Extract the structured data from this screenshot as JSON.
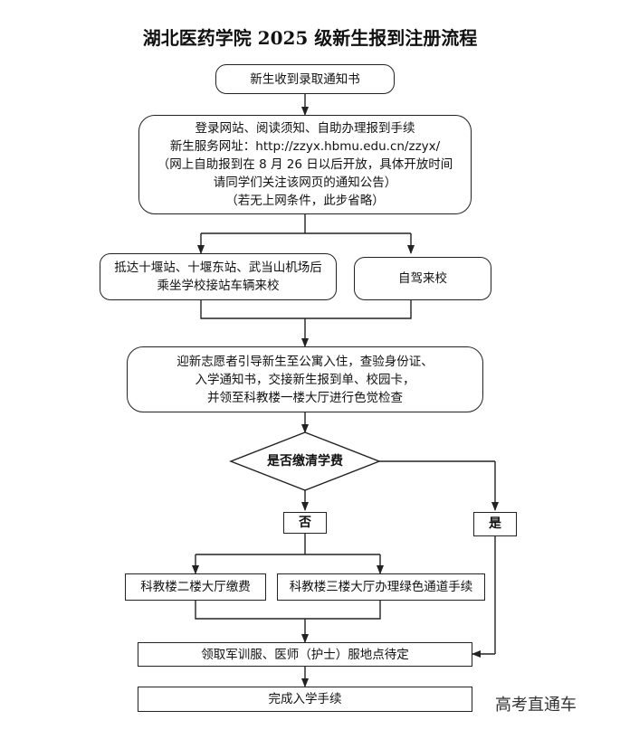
{
  "title": "湖北医药学院 2025 级新生报到注册流程",
  "steps": {
    "receive_notice": "新生收到录取通知书",
    "online": [
      "登录网站、阅读须知、自助办理报到手续",
      "新生服务网址：http://zzyx.hbmu.edu.cn/zzyx/",
      "（网上自助报到在 8 月 26 日以后开放，具体开放时间",
      "请同学们关注该网页的通知公告）",
      "（若无上网条件，此步省略）"
    ],
    "arrive_station": [
      "抵达十堰站、十堰东站、武当山机场后",
      "乘坐学校接站车辆来校"
    ],
    "self_drive": "自驾来校",
    "volunteer": [
      "迎新志愿者引导新生至公寓入住，查验身份证、",
      "入学通知书，交接新生报到单、校园卡，",
      "并领至科教楼一楼大厅进行色觉检查"
    ],
    "decision": "是否缴清学费",
    "no_label": "否",
    "yes_label": "是",
    "pay_fee": "科教楼二楼大厅缴费",
    "green_channel": "科教楼三楼大厅办理绿色通道手续",
    "uniform": "领取军训服、医师（护士）服地点待定",
    "complete": "完成入学手续"
  },
  "watermark": "高考直通车"
}
